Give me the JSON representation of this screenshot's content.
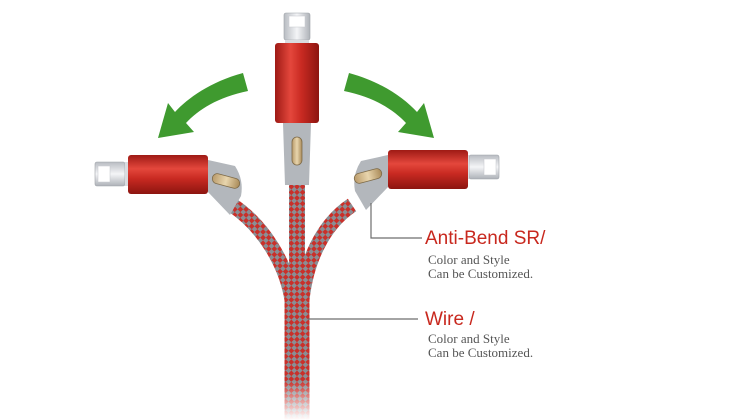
{
  "colors": {
    "accent_red": "#c8281e",
    "arrow_green": "#3f9a2f",
    "text_gray": "#555555",
    "leader_gray": "#6d6d6d"
  },
  "callouts": {
    "anti_bend": {
      "title": "Anti-Bend SR/",
      "line1": "Color and Style",
      "line2": "Can be Customized."
    },
    "wire": {
      "title": "Wire /",
      "line1": "Color and Style",
      "line2": "Can be Customized."
    }
  },
  "icons": [
    "rotate-left-arrow-icon",
    "rotate-right-arrow-icon"
  ]
}
